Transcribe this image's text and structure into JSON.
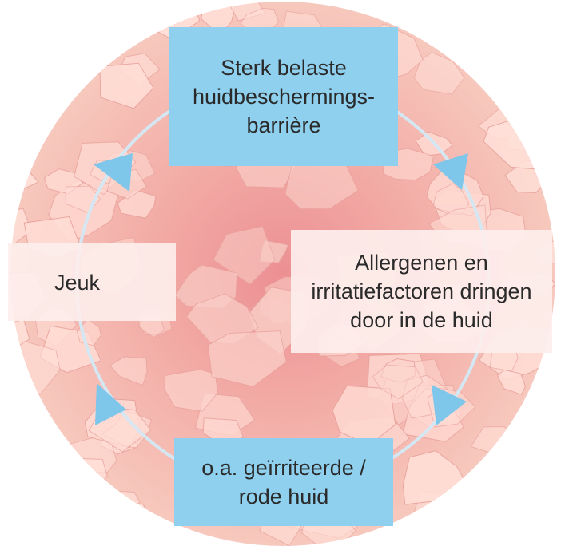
{
  "diagram": {
    "type": "cycle",
    "colors": {
      "box_fill": "#8fd0ee",
      "cycle_line": "#d5e7f2",
      "arrow": "#7ec6ea",
      "circle_bg": "#f4b6ad",
      "label_panel": "#fdeeec"
    },
    "nodes": [
      {
        "id": "top",
        "label": "Sterk belaste\nhuidbeschermings-\nbarrière"
      },
      {
        "id": "right",
        "label": "Allergenen en\nirritatiefactoren dringen\ndoor in de huid"
      },
      {
        "id": "bottom",
        "label": "o.a. geïrriteerde /\nrode huid"
      },
      {
        "id": "left",
        "label": "Jeuk"
      }
    ],
    "flow": [
      "top",
      "right",
      "bottom",
      "left",
      "top"
    ]
  }
}
